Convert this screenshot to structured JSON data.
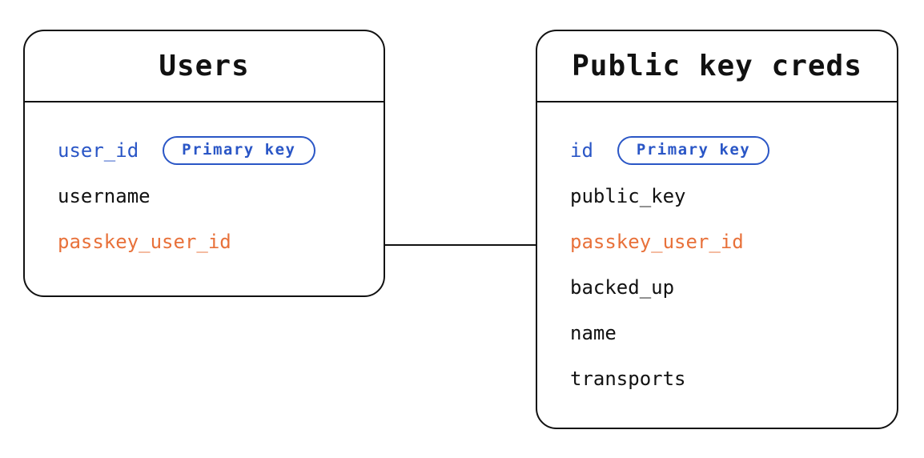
{
  "palette": {
    "background": "#ffffff",
    "line_color": "#111111",
    "text_color": "#111111",
    "primary_key_blue": "#2a56c6",
    "foreign_key_orange": "#e8713a"
  },
  "diagram": {
    "tables": [
      {
        "title": "Users",
        "fields": [
          {
            "name": "user_id",
            "badge": "Primary key"
          },
          {
            "name": "username"
          },
          {
            "name": "passkey_user_id"
          }
        ]
      },
      {
        "title": "Public key creds",
        "fields": [
          {
            "name": "id",
            "badge": "Primary key"
          },
          {
            "name": "public_key"
          },
          {
            "name": "passkey_user_id"
          },
          {
            "name": "backed_up"
          },
          {
            "name": "name"
          },
          {
            "name": "transports"
          }
        ]
      }
    ],
    "relationship": {
      "from_table": "Users",
      "from_field": "passkey_user_id",
      "to_table": "Public key creds",
      "to_field": "passkey_user_id"
    }
  }
}
